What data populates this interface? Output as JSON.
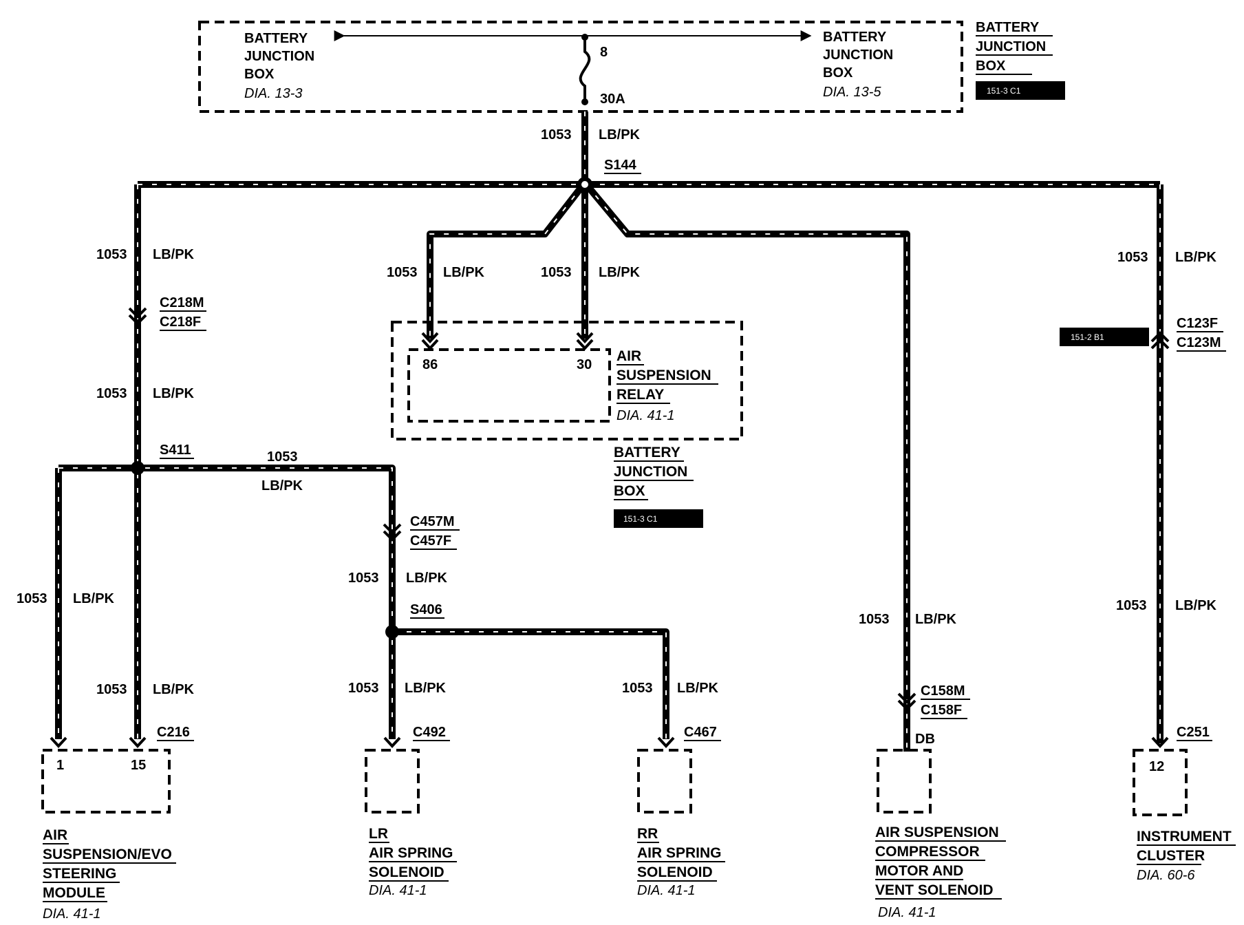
{
  "wire": {
    "circuit": "1053",
    "color": "LB/PK"
  },
  "fuse": {
    "pin": "8",
    "rating": "30A"
  },
  "battery_junction_box": {
    "line1": "BATTERY",
    "line2": "JUNCTION",
    "line3": "BOX",
    "ref_left": "DIA. 13-3",
    "ref_right": "DIA. 13-5",
    "loc_top": "151-3 C1",
    "loc_relay": "151-3 C1"
  },
  "splices": {
    "main": "S144",
    "left": "S411",
    "middle": "S406"
  },
  "connectors": {
    "c218": {
      "m": "C218M",
      "f": "C218F"
    },
    "c123": {
      "f": "C123F",
      "m": "C123M",
      "loc": "151-2 B1"
    },
    "c457": {
      "m": "C457M",
      "f": "C457F"
    },
    "c158": {
      "m": "C158M",
      "f": "C158F"
    },
    "c216": "C216",
    "c492": "C492",
    "c467": "C467",
    "c251": "C251"
  },
  "relay": {
    "line1": "AIR",
    "line2": "SUSPENSION",
    "line3": "RELAY",
    "ref": "DIA. 41-1",
    "pin_86": "86",
    "pin_30": "30"
  },
  "components": {
    "steering_module": {
      "line1": "AIR",
      "line2": "SUSPENSION/EVO",
      "line3": "STEERING",
      "line4": "MODULE",
      "ref": "DIA. 41-1",
      "pin_a": "1",
      "pin_b": "15"
    },
    "lr_solenoid": {
      "line1": "LR",
      "line2": "AIR SPRING",
      "line3": "SOLENOID",
      "ref": "DIA. 41-1"
    },
    "rr_solenoid": {
      "line1": "RR",
      "line2": "AIR SPRING",
      "line3": "SOLENOID",
      "ref": "DIA. 41-1"
    },
    "compressor": {
      "line1": "AIR SUSPENSION",
      "line2": "COMPRESSOR",
      "line3": "MOTOR AND",
      "line4": "VENT SOLENOID",
      "ref": "DIA. 41-1",
      "wire_color": "DB"
    },
    "cluster": {
      "line1": "INSTRUMENT",
      "line2": "CLUSTER",
      "ref": "DIA. 60-6",
      "pin": "12"
    }
  }
}
